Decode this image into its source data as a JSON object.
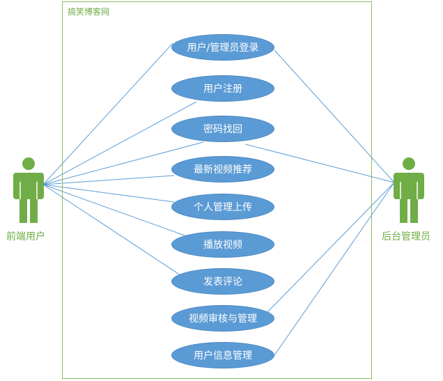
{
  "system": {
    "title": "搞笑博客网"
  },
  "actors": {
    "front_user": {
      "label": "前端用户"
    },
    "admin": {
      "label": "后台管理员"
    }
  },
  "use_cases": [
    {
      "id": "login",
      "label": "用户/管理员登录"
    },
    {
      "id": "register",
      "label": "用户注册"
    },
    {
      "id": "password_recovery",
      "label": "密码找回"
    },
    {
      "id": "latest_videos",
      "label": "最新视频推荐"
    },
    {
      "id": "personal_upload",
      "label": "个人管理上传"
    },
    {
      "id": "play_video",
      "label": "播放视频"
    },
    {
      "id": "comment",
      "label": "发表评论"
    },
    {
      "id": "video_review",
      "label": "视频审核与管理"
    },
    {
      "id": "user_info",
      "label": "用户信息管理"
    }
  ],
  "associations": {
    "front_user": [
      "login",
      "register",
      "password_recovery",
      "latest_videos",
      "personal_upload",
      "play_video",
      "comment"
    ],
    "admin": [
      "login",
      "password_recovery",
      "video_review",
      "user_info"
    ]
  },
  "colors": {
    "actor": "#70ad47",
    "boundary": "#8cbc5a",
    "use_case_fill": "#5b9bd5",
    "line": "#5b9bd5"
  }
}
